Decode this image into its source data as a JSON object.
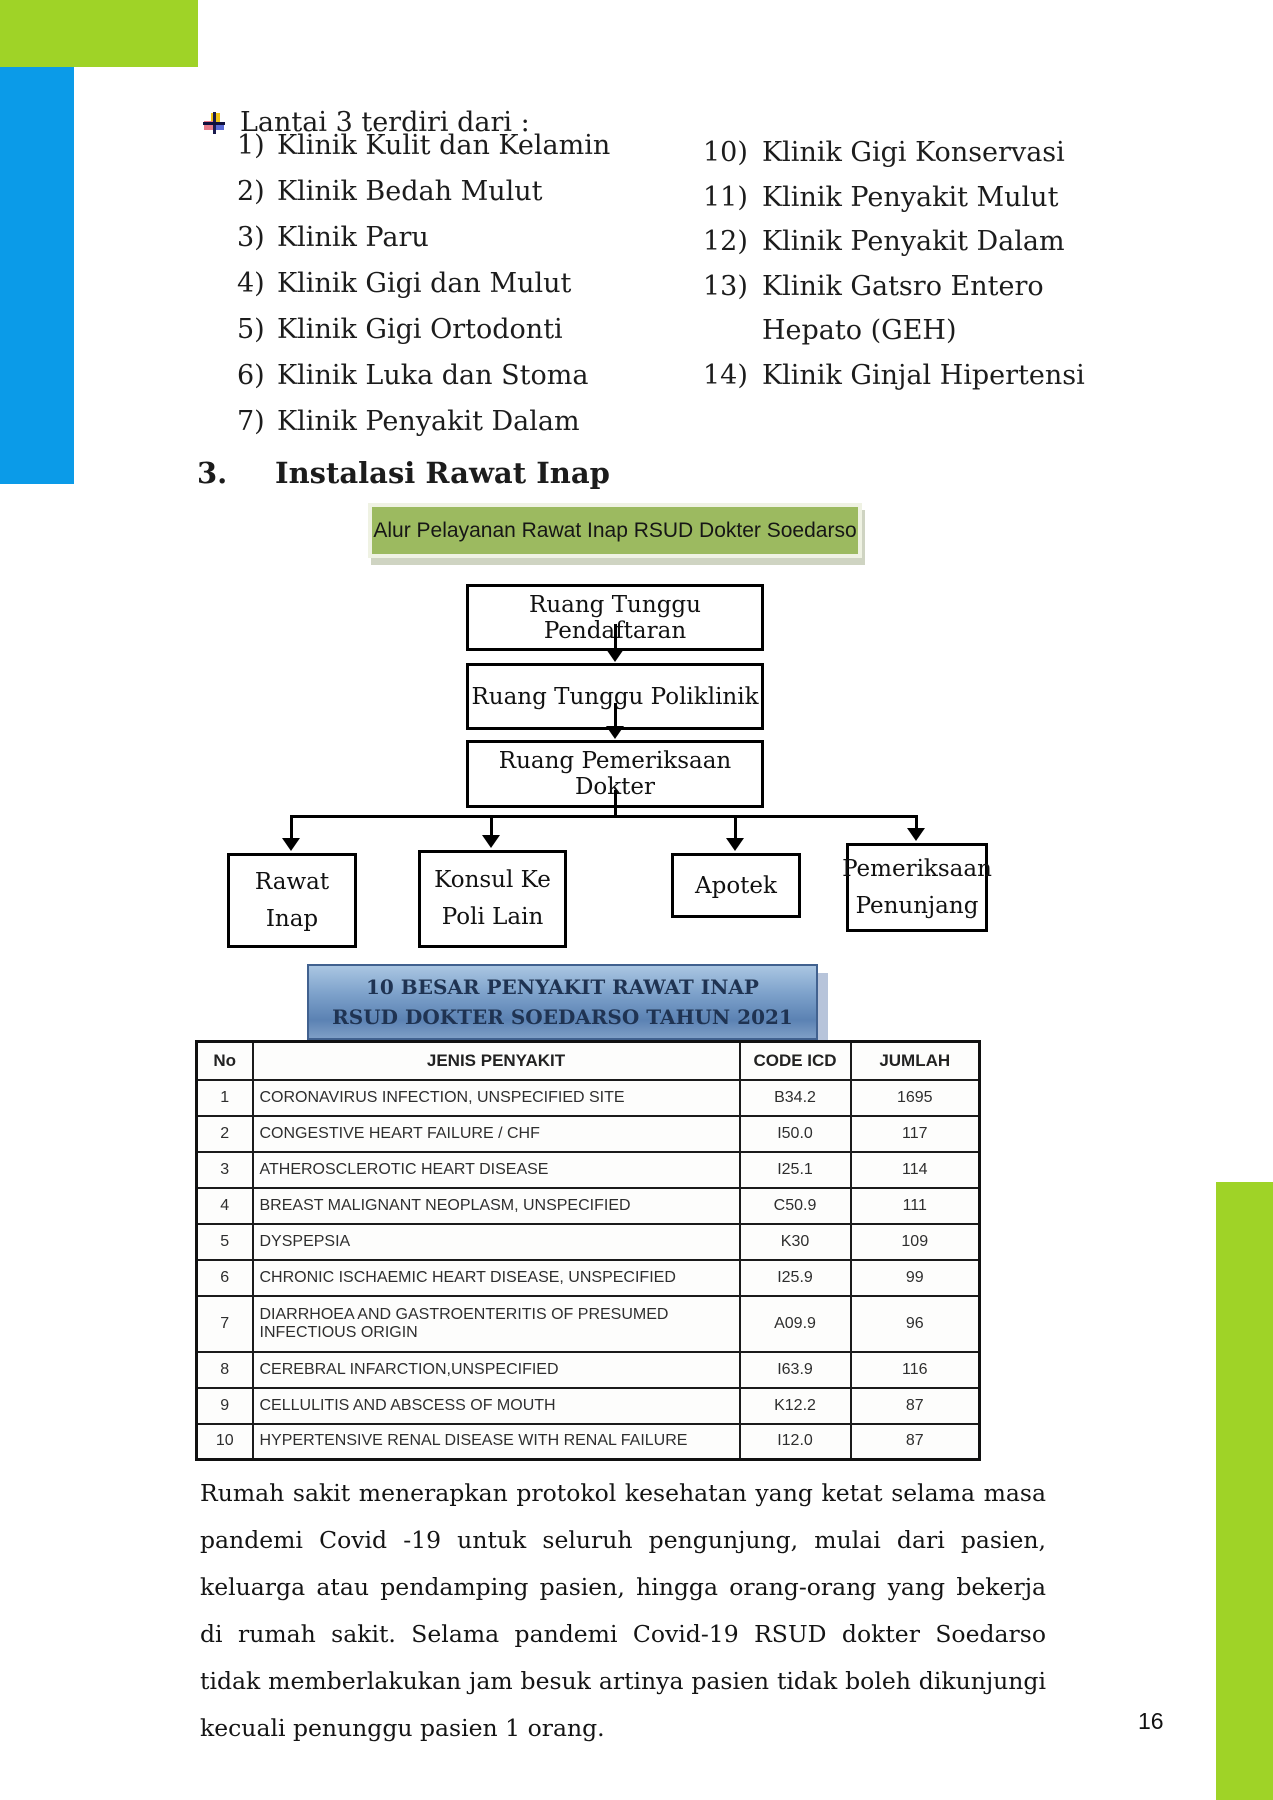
{
  "page": {
    "number": "16"
  },
  "colors": {
    "accent_green": "#9fd327",
    "accent_blue": "#0b9be8",
    "flow_banner_green": "#9cba60",
    "table_banner_blue": "#5b82b3"
  },
  "bullet_section": {
    "heading": "Lantai 3 terdiri dari :",
    "left_items": [
      {
        "num": "1)",
        "label": "Klinik Kulit dan Kelamin"
      },
      {
        "num": "2)",
        "label": "Klinik Bedah Mulut"
      },
      {
        "num": "3)",
        "label": "Klinik Paru"
      },
      {
        "num": "4)",
        "label": "Klinik Gigi dan Mulut"
      },
      {
        "num": "5)",
        "label": "Klinik Gigi Ortodonti"
      },
      {
        "num": "6)",
        "label": "Klinik Luka dan Stoma"
      },
      {
        "num": "7)",
        "label": "Klinik Penyakit Dalam"
      }
    ],
    "right_items": [
      {
        "num": "10)",
        "label": "Klinik Gigi Konservasi"
      },
      {
        "num": "11)",
        "label": "Klinik Penyakit Mulut"
      },
      {
        "num": "12)",
        "label": "Klinik Penyakit Dalam"
      },
      {
        "num": "13)",
        "label": "Klinik Gatsro Entero"
      },
      {
        "num": "",
        "label": "Hepato (GEH)"
      },
      {
        "num": "14)",
        "label": "Klinik Ginjal Hipertensi"
      }
    ]
  },
  "section": {
    "number": "3.",
    "title": "Instalasi Rawat Inap"
  },
  "flowchart": {
    "banner": "Alur Pelayanan Rawat Inap RSUD Dokter Soedarso",
    "nodes": {
      "pendaftaran": "Ruang Tunggu Pendaftaran",
      "poliklinik": "Ruang Tunggu Poliklinik",
      "pemeriksaan": "Ruang Pemeriksaan Dokter",
      "rawat_line1": "Rawat",
      "rawat_line2": "Inap",
      "konsul_line1": "Konsul Ke",
      "konsul_line2": "Poli Lain",
      "apotek": "Apotek",
      "penunjang_line1": "Pemeriksaan",
      "penunjang_line2": "Penunjang"
    }
  },
  "table_banner": {
    "line1": "10 BESAR PENYAKIT RAWAT INAP",
    "line2": "RSUD DOKTER SOEDARSO TAHUN 2021"
  },
  "disease_table": {
    "headers": {
      "no": "No",
      "jenis": "JENIS PENYAKIT",
      "code": "CODE ICD",
      "jumlah": "JUMLAH"
    },
    "rows": [
      {
        "no": "1",
        "jenis": "CORONAVIRUS INFECTION, UNSPECIFIED SITE",
        "code": "B34.2",
        "jumlah": "1695"
      },
      {
        "no": "2",
        "jenis": "CONGESTIVE HEART FAILURE / CHF",
        "code": "I50.0",
        "jumlah": "117"
      },
      {
        "no": "3",
        "jenis": "ATHEROSCLEROTIC HEART DISEASE",
        "code": "I25.1",
        "jumlah": "114"
      },
      {
        "no": "4",
        "jenis": "BREAST MALIGNANT NEOPLASM, UNSPECIFIED",
        "code": "C50.9",
        "jumlah": "111"
      },
      {
        "no": "5",
        "jenis": "DYSPEPSIA",
        "code": "K30",
        "jumlah": "109"
      },
      {
        "no": "6",
        "jenis": "CHRONIC ISCHAEMIC HEART DISEASE, UNSPECIFIED",
        "code": "I25.9",
        "jumlah": "99"
      },
      {
        "no": "7",
        "jenis": "DIARRHOEA AND GASTROENTERITIS OF PRESUMED INFECTIOUS ORIGIN",
        "code": "A09.9",
        "jumlah": "96"
      },
      {
        "no": "8",
        "jenis": "CEREBRAL INFARCTION,UNSPECIFIED",
        "code": "I63.9",
        "jumlah": "116"
      },
      {
        "no": "9",
        "jenis": "CELLULITIS AND ABSCESS OF MOUTH",
        "code": "K12.2",
        "jumlah": "87"
      },
      {
        "no": "10",
        "jenis": "HYPERTENSIVE RENAL DISEASE WITH RENAL FAILURE",
        "code": "I12.0",
        "jumlah": "87"
      }
    ]
  },
  "paragraph": "Rumah sakit menerapkan protokol kesehatan yang ketat selama masa pandemi Covid -19 untuk seluruh pengunjung, mulai dari pasien, keluarga atau pendamping pasien, hingga orang-orang yang bekerja di rumah sakit. Selama pandemi Covid-19 RSUD dokter Soedarso tidak memberlakukan jam besuk artinya pasien tidak boleh dikunjungi kecuali penunggu pasien 1 orang."
}
